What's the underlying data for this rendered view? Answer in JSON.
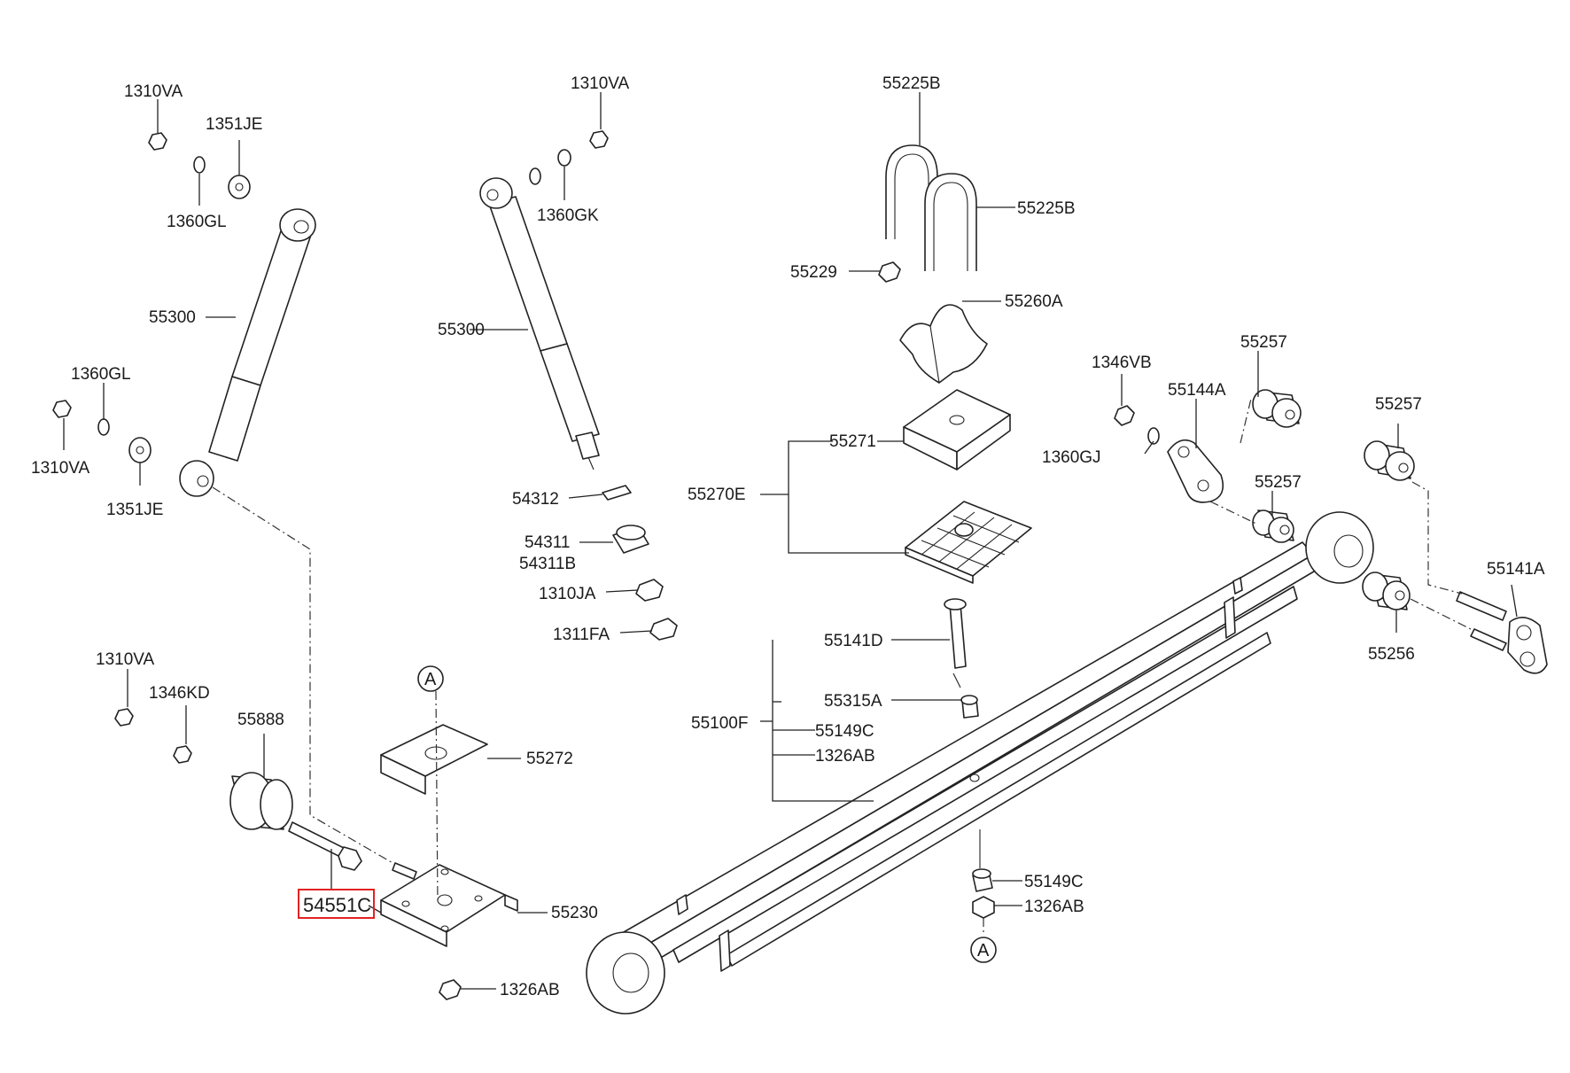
{
  "diagram": {
    "highlight_color": "#e32222",
    "line_color": "#222222",
    "labels": {
      "l1310va_a": "1310VA",
      "l1351je_a": "1351JE",
      "l1360gl_a": "1360GL",
      "l55300_a": "55300",
      "l1360gl_b": "1360GL",
      "l1310va_b": "1310VA",
      "l1351je_b": "1351JE",
      "l1310va_c": "1310VA",
      "l1346kd": "1346KD",
      "l55888": "55888",
      "l54551c": "54551C",
      "l55230": "55230",
      "l55272": "55272",
      "l1326ab_a": "1326AB",
      "l1310va_d": "1310VA",
      "l1360gk": "1360GK",
      "l55300_b": "55300",
      "l54312": "54312",
      "l54311": "54311",
      "l54311b": "54311B",
      "l1310ja": "1310JA",
      "l1311fa": "1311FA",
      "l55225b_a": "55225B",
      "l55225b_b": "55225B",
      "l55229": "55229",
      "l55260a": "55260A",
      "l55271": "55271",
      "l55270e": "55270E",
      "l55141d": "55141D",
      "l55315a": "55315A",
      "l55100f": "55100F",
      "l55149c_a": "55149C",
      "l1326ab_b": "1326AB",
      "l55149c_b": "55149C",
      "l1326ab_c": "1326AB",
      "l1346vb": "1346VB",
      "l55144a": "55144A",
      "l55257_a": "55257",
      "l1360gj": "1360GJ",
      "l55257_b": "55257",
      "l55257_c": "55257",
      "l55141a": "55141A",
      "l55256": "55256"
    },
    "ref_markers": {
      "a_top": "A",
      "a_bottom": "A"
    }
  }
}
